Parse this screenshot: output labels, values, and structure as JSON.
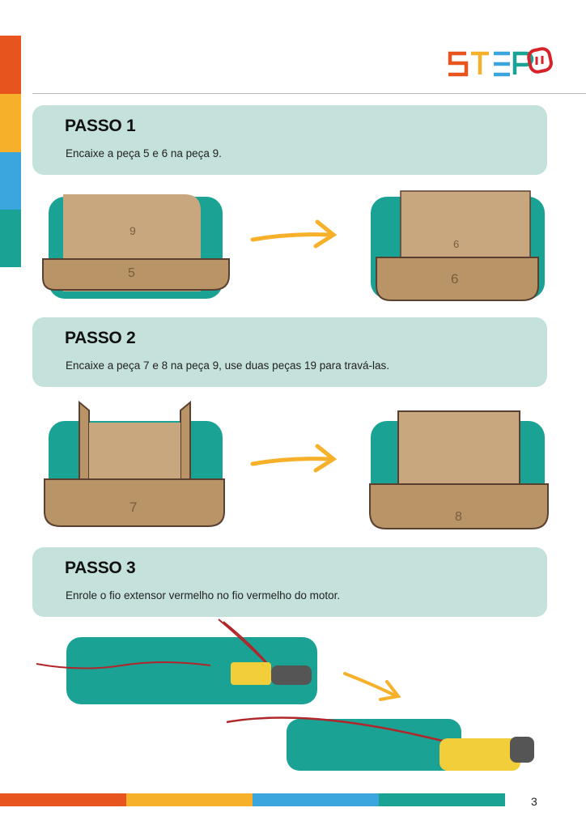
{
  "logo": {
    "text": "STEP",
    "colors": [
      "#e8541e",
      "#f6b02a",
      "#3aa6dd",
      "#1aa395"
    ],
    "badge_color": "#d7222a"
  },
  "steps": [
    {
      "title": "PASSO 1",
      "text": "Encaixe a peça 5 e 6 na peça 9.",
      "piece_labels": [
        "9",
        "5",
        "6",
        "6"
      ]
    },
    {
      "title": "PASSO 2",
      "text": "Encaixe a peça 7 e 8 na peça 9, use duas peças 19 para travá-las.",
      "piece_labels": [
        "7",
        "8"
      ]
    },
    {
      "title": "PASSO 3",
      "text": "Enrole o fio extensor vermelho no fio vermelho do motor."
    }
  ],
  "page_number": "3",
  "colors": {
    "teal": "#1aa395",
    "panel": "#c5e1dc",
    "arrow": "#f6b02a",
    "wood": "#c9a77e",
    "wood_dark": "#5a4030"
  }
}
